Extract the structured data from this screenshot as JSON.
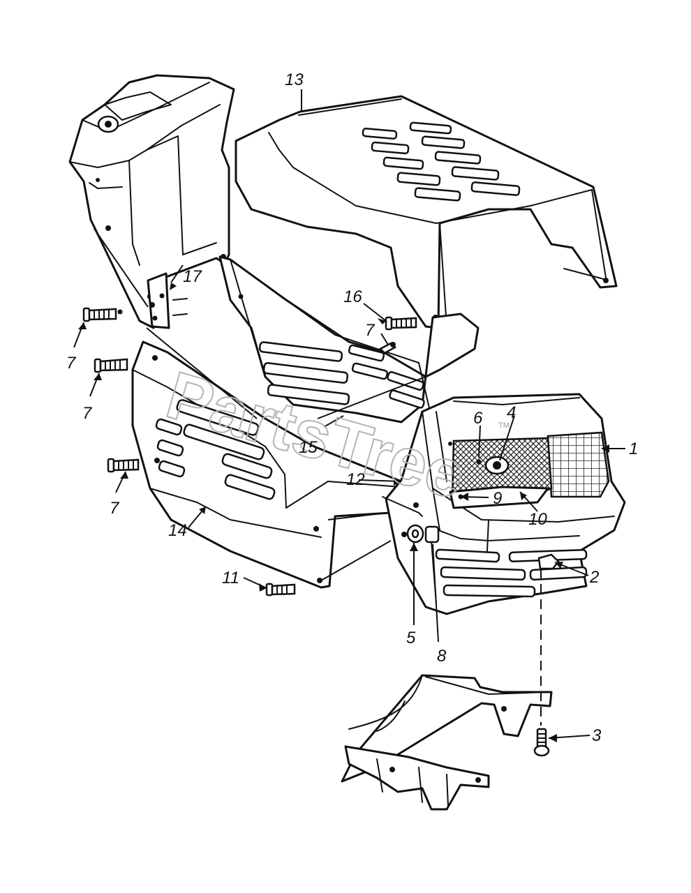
{
  "callouts": [
    {
      "id": "1",
      "text": "1"
    },
    {
      "id": "2",
      "text": "2"
    },
    {
      "id": "3",
      "text": "3"
    },
    {
      "id": "4",
      "text": "4"
    },
    {
      "id": "5",
      "text": "5"
    },
    {
      "id": "6",
      "text": "6"
    },
    {
      "id": "7a",
      "text": "7"
    },
    {
      "id": "7b",
      "text": "7"
    },
    {
      "id": "7c",
      "text": "7"
    },
    {
      "id": "7d",
      "text": "7"
    },
    {
      "id": "8",
      "text": "8"
    },
    {
      "id": "9",
      "text": "9"
    },
    {
      "id": "10",
      "text": "10"
    },
    {
      "id": "11",
      "text": "11"
    },
    {
      "id": "12",
      "text": "12"
    },
    {
      "id": "13",
      "text": "13"
    },
    {
      "id": "14",
      "text": "14"
    },
    {
      "id": "15",
      "text": "15"
    },
    {
      "id": "16",
      "text": "16"
    },
    {
      "id": "17",
      "text": "17"
    }
  ],
  "watermark": {
    "text": "PartsTree",
    "tm": "TM"
  }
}
